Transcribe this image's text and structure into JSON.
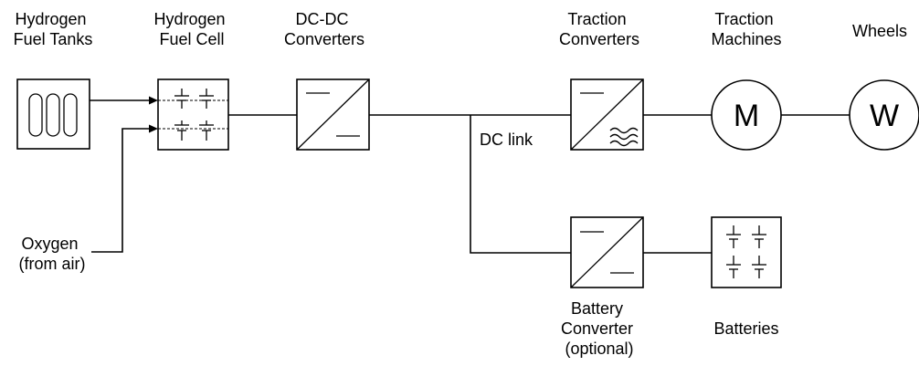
{
  "labels": {
    "tanks": [
      "Hydrogen",
      "Fuel Tanks"
    ],
    "fuel_cell": [
      "Hydrogen",
      "Fuel Cell"
    ],
    "dcdc": [
      "DC-DC",
      "Converters"
    ],
    "traction_conv": [
      "Traction",
      "Converters"
    ],
    "traction_mach": [
      "Traction",
      "Machines"
    ],
    "wheels": [
      "Wheels"
    ],
    "dc_link": "DC link",
    "oxygen": [
      "Oxygen",
      "(from air)"
    ],
    "battery_conv": [
      "Battery",
      "Converter",
      "(optional)"
    ],
    "batteries": [
      "Batteries"
    ]
  },
  "symbols": {
    "motor": "M",
    "wheel": "W"
  }
}
